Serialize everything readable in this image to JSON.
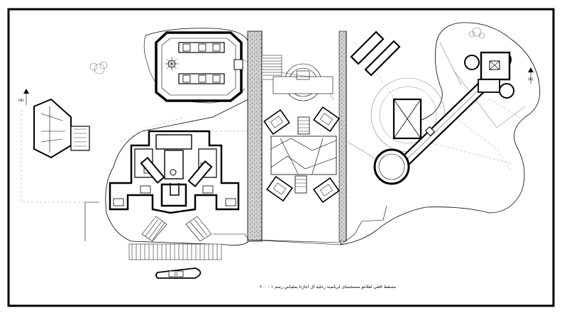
{
  "drawing": {
    "caption": "مسقط افقي لفلاتتو مستجمتاى لرياضية رحلية ال اجازتا بمقياس رسم ١ : ٢٠٠",
    "section_mark_left": "(A)",
    "section_mark_right": "(A)",
    "colors": {
      "ink": "#000000",
      "poche": "#9a9a9a",
      "light_line": "#8a8a8a",
      "paper": "#ffffff"
    }
  }
}
